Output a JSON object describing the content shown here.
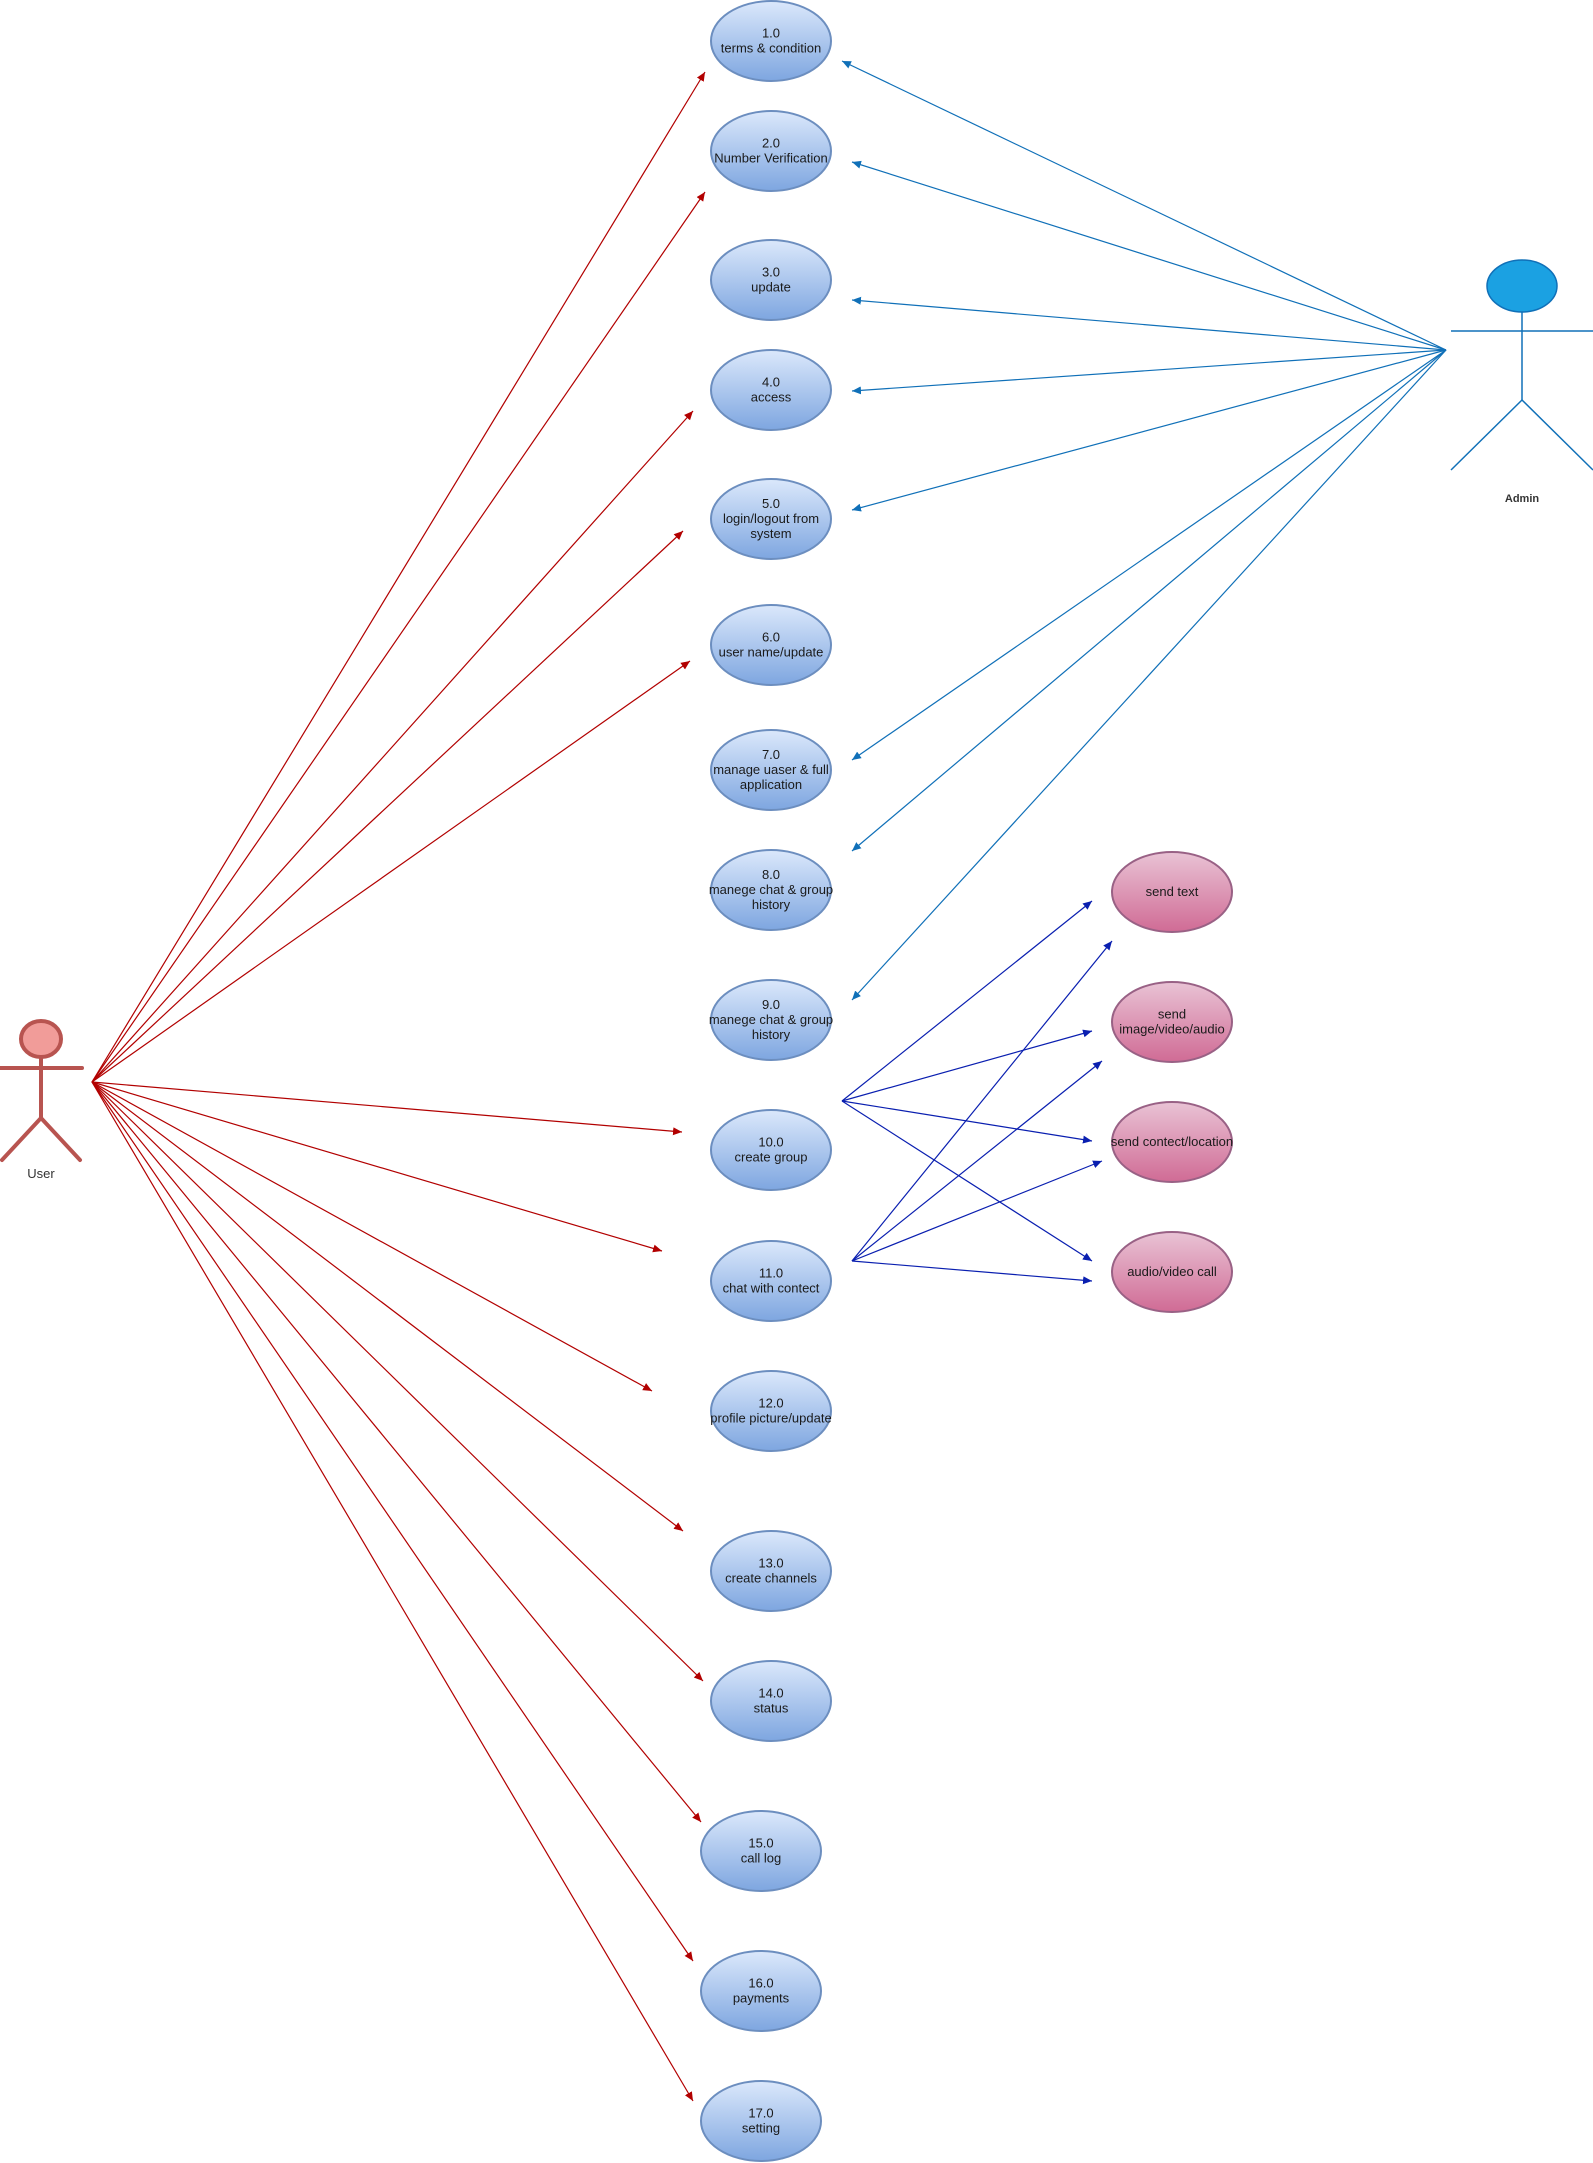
{
  "actors": {
    "user": {
      "label": "User"
    },
    "admin": {
      "label": "Admin"
    }
  },
  "use_cases": [
    {
      "number": "1.0",
      "lines": [
        "terms & condition"
      ]
    },
    {
      "number": "2.0",
      "lines": [
        "Number Verification"
      ]
    },
    {
      "number": "3.0",
      "lines": [
        "update"
      ]
    },
    {
      "number": "4.0",
      "lines": [
        "access"
      ]
    },
    {
      "number": "5.0",
      "lines": [
        "login/logout from",
        "system"
      ]
    },
    {
      "number": "6.0",
      "lines": [
        "user name/update"
      ]
    },
    {
      "number": "7.0",
      "lines": [
        "manage uaser & full",
        "application"
      ]
    },
    {
      "number": "8.0",
      "lines": [
        "manege chat & group",
        "history"
      ]
    },
    {
      "number": "9.0",
      "lines": [
        "manege chat & group",
        "history"
      ]
    },
    {
      "number": "10.0",
      "lines": [
        "create group"
      ]
    },
    {
      "number": "11.0",
      "lines": [
        "chat with contect"
      ]
    },
    {
      "number": "12.0",
      "lines": [
        "profile picture/update"
      ]
    },
    {
      "number": "13.0",
      "lines": [
        "create channels"
      ]
    },
    {
      "number": "14.0",
      "lines": [
        "status"
      ]
    },
    {
      "number": "15.0",
      "lines": [
        "call log"
      ]
    },
    {
      "number": "16.0",
      "lines": [
        "payments"
      ]
    },
    {
      "number": "17.0",
      "lines": [
        "setting"
      ]
    }
  ],
  "sub_use_cases": [
    {
      "lines": [
        "send text"
      ]
    },
    {
      "lines": [
        "send",
        "image/video/audio"
      ]
    },
    {
      "lines": [
        "send contect/location"
      ]
    },
    {
      "lines": [
        "audio/video call"
      ]
    }
  ],
  "colors": {
    "user_arrows": "#b20000",
    "admin_arrows": "#1070b8",
    "sub_arrows": "#0a1fb0",
    "use_case_fill_top": "#dbe8fb",
    "use_case_fill_bottom": "#7ea6e0",
    "use_case_stroke": "#6c8ebf",
    "sub_fill_top": "#e9c3d5",
    "sub_fill_bottom": "#d06b95",
    "sub_stroke": "#996185",
    "user_actor_fill": "#f19c99",
    "user_actor_stroke": "#b85450",
    "admin_actor_fill": "#1ba1e2",
    "admin_actor_stroke": "#1070b8"
  }
}
